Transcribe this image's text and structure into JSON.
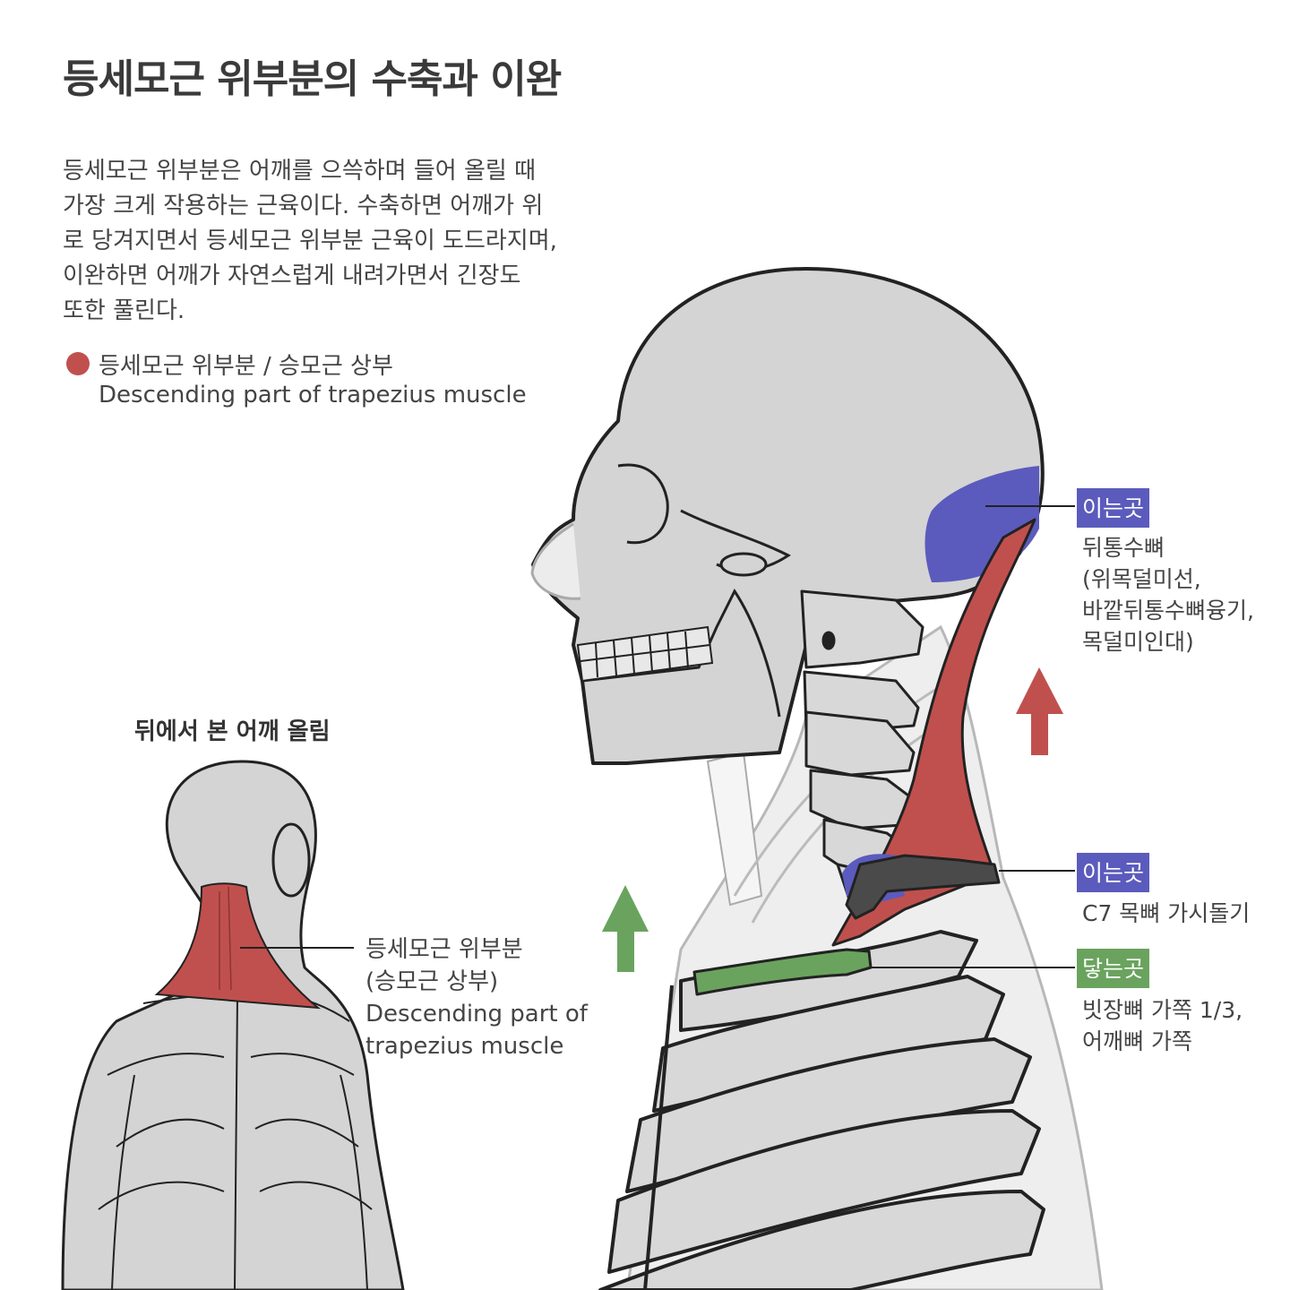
{
  "title": "등세모근 위부분의 수축과 이완",
  "description": [
    "등세모근 위부분은 어깨를 으쓱하며 들어 올릴 때",
    "가장 크게 작용하는 근육이다. 수축하면 어깨가 위",
    "로 당겨지면서 등세모근 위부분 근육이 도드라지며,",
    "이완하면 어깨가 자연스럽게 내려가면서 긴장도",
    "또한 풀린다."
  ],
  "legend": {
    "korean": "등세모근 위부분 / 승모근 상부",
    "english": "Descending part of trapezius muscle",
    "color": "#c0504e"
  },
  "back_view": {
    "title": "뒤에서 본 어깨 올림",
    "label": [
      "등세모근 위부분",
      "(승모근 상부)",
      "Descending part of",
      "trapezius muscle"
    ]
  },
  "annotations": {
    "origin1": {
      "badge": "이는곳",
      "lines": [
        "뒤통수뼈",
        "(위목덜미선,",
        "바깥뒤통수뼈융기,",
        "목덜미인대)"
      ]
    },
    "origin2": {
      "badge": "이는곳",
      "lines": [
        "C7 목뼈 가시돌기"
      ]
    },
    "insertion": {
      "badge": "닿는곳",
      "lines": [
        "빗장뼈 가쪽 1/3,",
        "어깨뼈 가쪽"
      ]
    }
  },
  "colors": {
    "muscle": "#c0504e",
    "origin": "#5b5bbd",
    "insertion": "#6aa35e",
    "bone": "#d4d4d4",
    "outline": "#222222"
  },
  "arrows": [
    {
      "name": "up-arrow-red",
      "color": "#c0504e"
    },
    {
      "name": "up-arrow-green",
      "color": "#6aa35e"
    }
  ]
}
